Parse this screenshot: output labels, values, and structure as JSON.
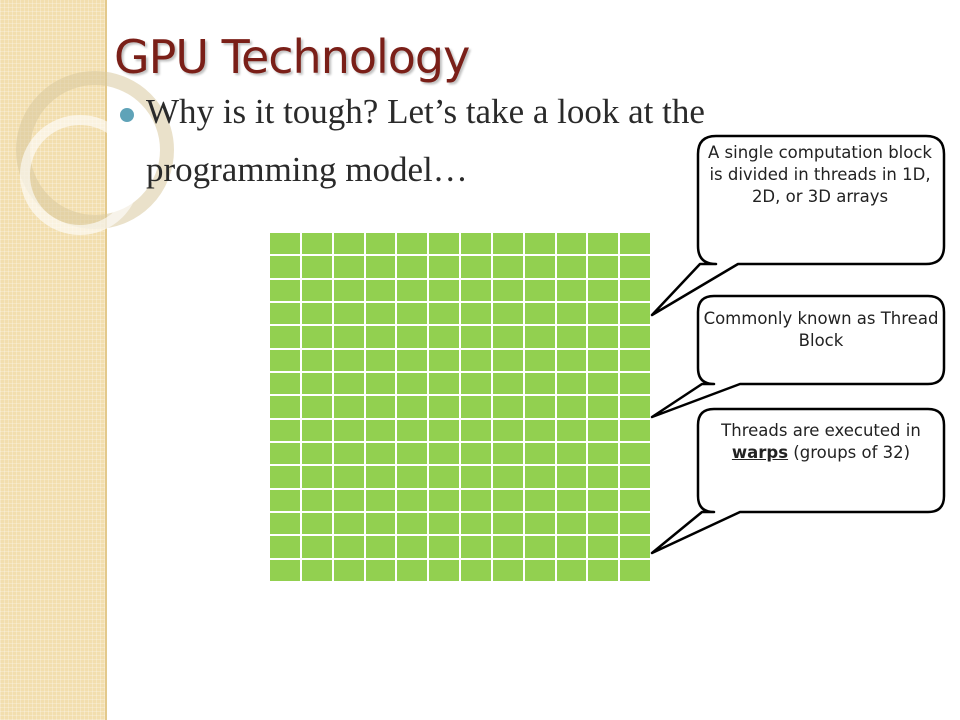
{
  "slide": {
    "title": "GPU Technology",
    "bullet_line1": "Why is it tough? Let’s take a look at the",
    "bullet_line2": "programming model…"
  },
  "thread_block": {
    "columns": 12,
    "rows": 15,
    "cell_color": "#92d050"
  },
  "callouts": [
    {
      "text": "A single computation block is divided in threads in 1D, 2D, or 3D arrays"
    },
    {
      "text": "Commonly known as Thread Block"
    },
    {
      "text_before": "Threads are executed in ",
      "emphasis": "warps",
      "text_after": " (groups of 32)"
    }
  ],
  "colors": {
    "title": "#7a1f18",
    "bullet": "#5fa3b8",
    "side_band": "#f2deae"
  }
}
